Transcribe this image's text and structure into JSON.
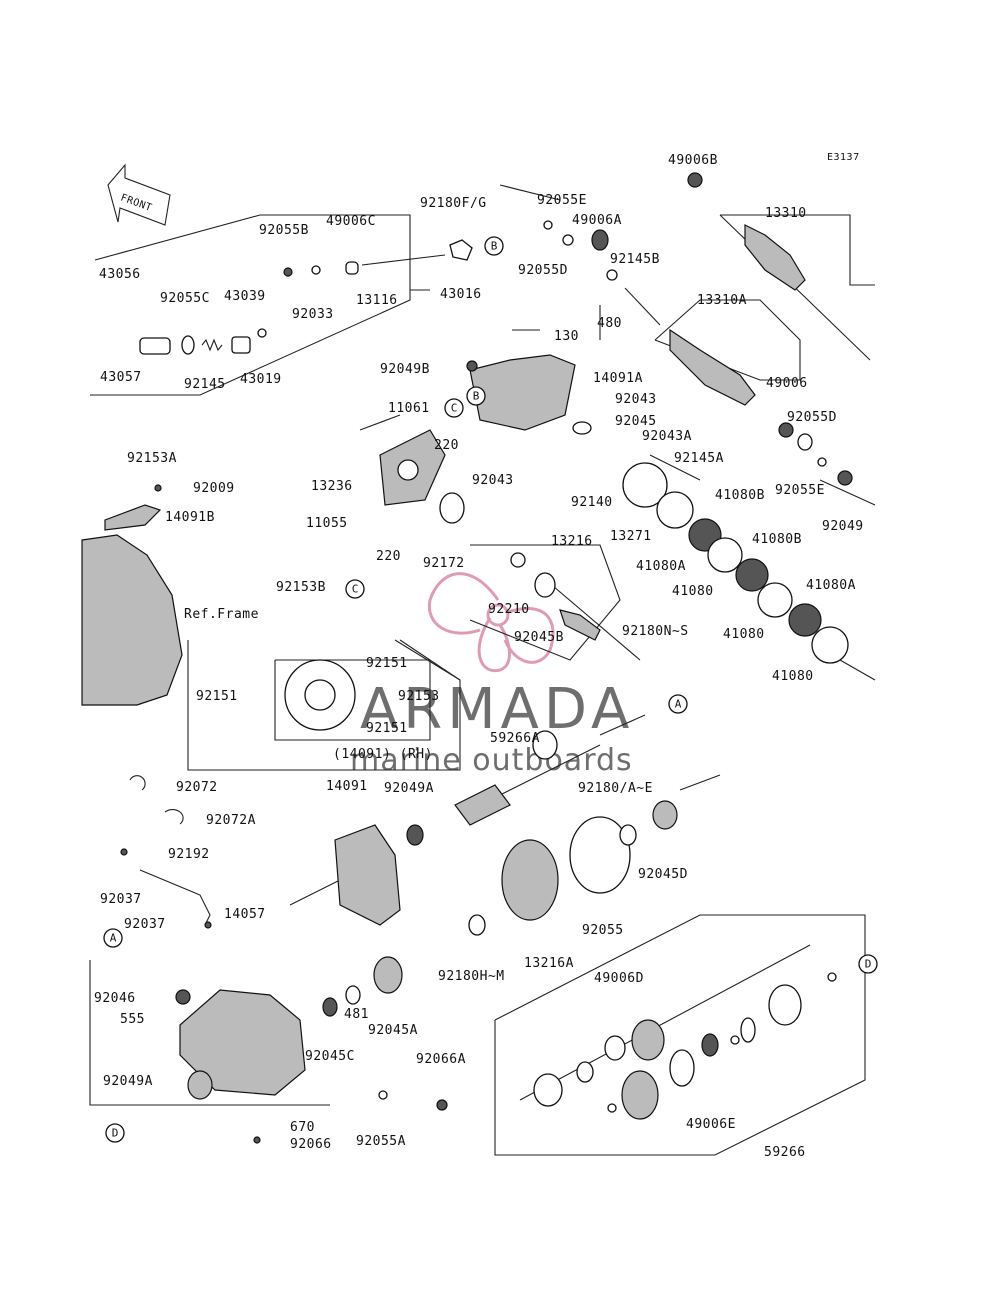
{
  "figure_code": "E3137",
  "front_arrow": "FRONT",
  "ref_frame": "Ref.Frame",
  "sub_note": "(14091) (RH)",
  "watermark": {
    "brand": "ARMADA",
    "tagline": "marine outboards"
  },
  "callouts": {
    "a": "A",
    "b": "B",
    "c": "C",
    "d": "D"
  },
  "parts": {
    "p49006B": "49006B",
    "p13310": "13310",
    "p92055E_top": "92055E",
    "p92180FG": "92180F/G",
    "p49006C": "49006C",
    "p92055B": "92055B",
    "p43056": "43056",
    "p49006A": "49006A",
    "p92055D_top": "92055D",
    "p92145B": "92145B",
    "p92055C": "92055C",
    "p43039": "43039",
    "p13116": "13116",
    "p43016": "43016",
    "p92033": "92033",
    "p480": "480",
    "p13310A": "13310A",
    "p130": "130",
    "p43057": "43057",
    "p92145": "92145",
    "p43019": "43019",
    "p92049B": "92049B",
    "p14091A": "14091A",
    "p49006": "49006",
    "p11061": "11061",
    "p92043_a": "92043",
    "p92055D_r": "92055D",
    "p92045": "92045",
    "p92043A": "92043A",
    "p92153A": "92153A",
    "p220_a": "220",
    "p92043_b": "92043",
    "p92145A": "92145A",
    "p13236": "13236",
    "p92009": "92009",
    "p41080B_a": "41080B",
    "p92055E_r": "92055E",
    "p14091B": "14091B",
    "p92140": "92140",
    "p92049": "92049",
    "p11055": "11055",
    "p13271": "13271",
    "p41080B_b": "41080B",
    "p220_b": "220",
    "p92172": "92172",
    "p13216": "13216",
    "p41080A_a": "41080A",
    "p92153B": "92153B",
    "p41080_a": "41080",
    "p41080A_b": "41080A",
    "p92210": "92210",
    "p92180NS": "92180N~S",
    "p92045B": "92045B",
    "p41080_b": "41080",
    "p92151_a": "92151",
    "p92151_b": "92151",
    "p92153": "92153",
    "p92151_c": "92151",
    "p41080_c": "41080",
    "p59266A": "59266A",
    "p92072": "92072",
    "p14091": "14091",
    "p92049A_a": "92049A",
    "p92180AE": "92180/A~E",
    "p92072A": "92072A",
    "p92192": "92192",
    "p92045D": "92045D",
    "p92037_a": "92037",
    "p92037_b": "92037",
    "p14057": "14057",
    "p92055": "92055",
    "p13216A": "13216A",
    "p92180HM": "92180H~M",
    "p49006D": "49006D",
    "p92046": "92046",
    "p555": "555",
    "p481": "481",
    "p92045A": "92045A",
    "p92045C": "92045C",
    "p92066A": "92066A",
    "p92049A_b": "92049A",
    "p670": "670",
    "p92066": "92066",
    "p92055A": "92055A",
    "p49006E": "49006E",
    "p59266": "59266"
  }
}
